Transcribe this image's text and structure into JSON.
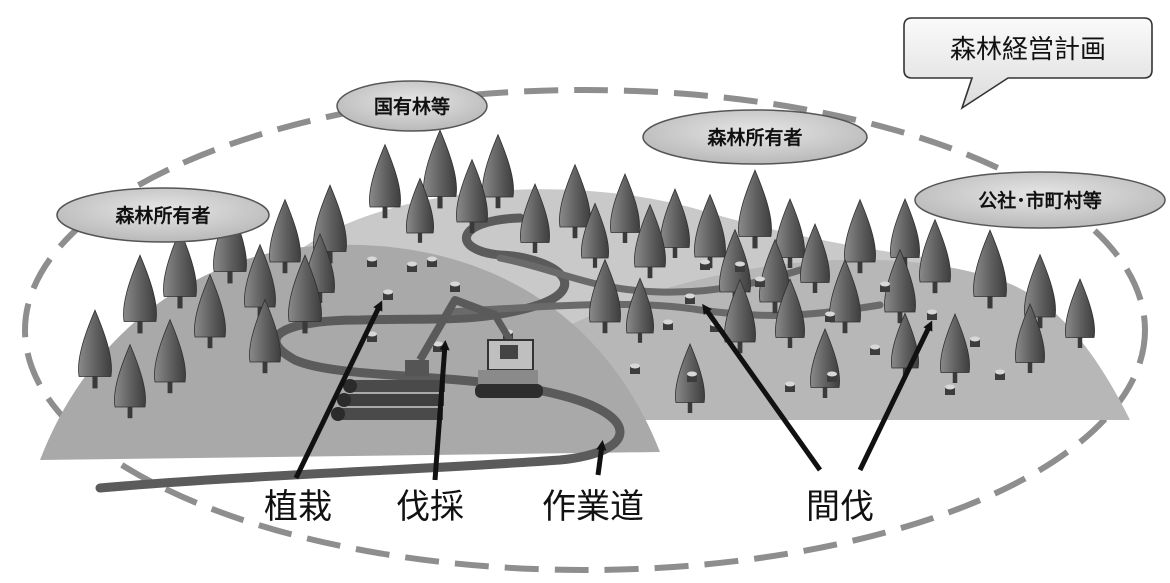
{
  "plan_label": "森林経営計画",
  "owners": {
    "national": "国有林等",
    "owner_left": "森林所有者",
    "owner_right": "森林所有者",
    "public": "公社･市町村等"
  },
  "activities": {
    "planting": "植栽",
    "felling": "伐採",
    "work_road": "作業道",
    "thinning": "間伐"
  }
}
